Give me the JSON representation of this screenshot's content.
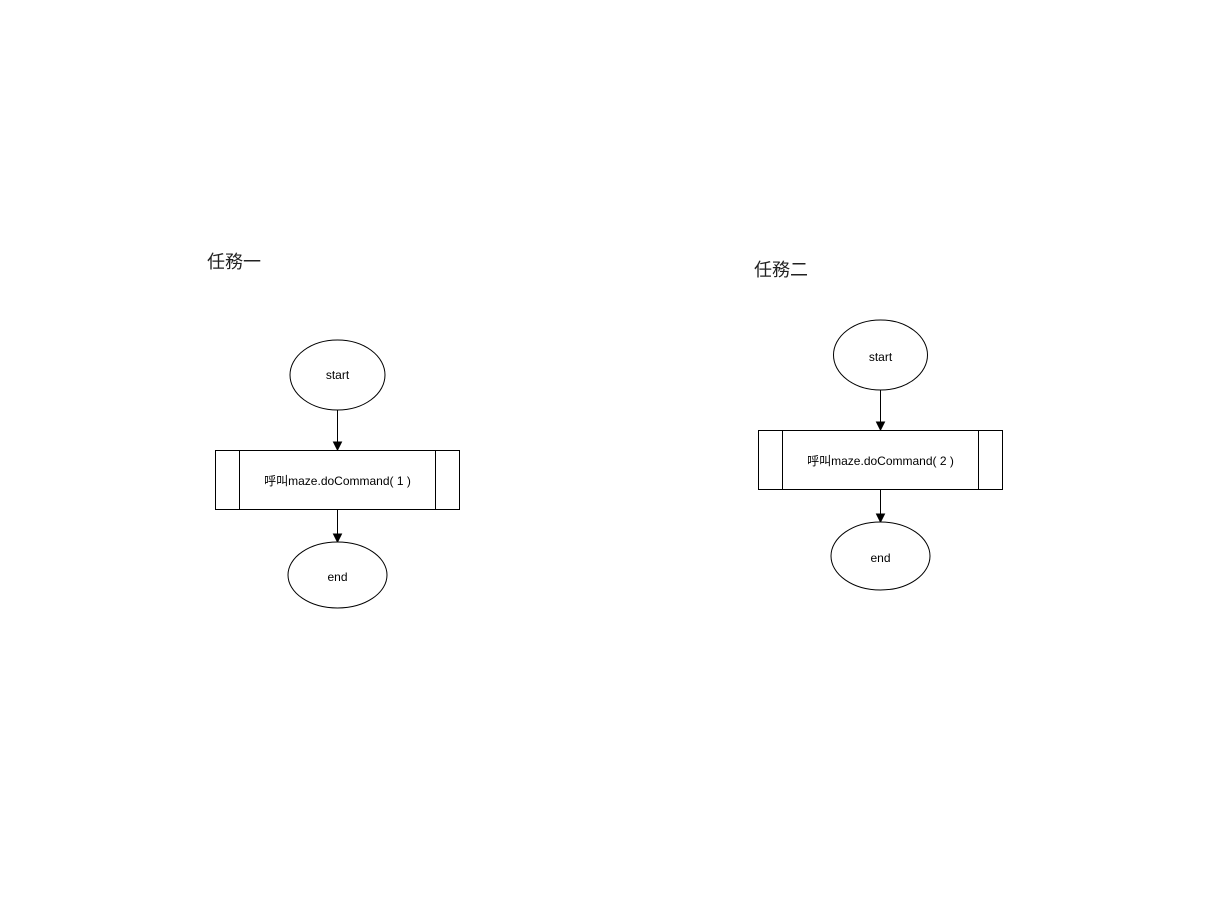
{
  "diagrams": [
    {
      "title": "任務一",
      "start_label": "start",
      "process_label": "呼叫maze.doCommand( 1 )",
      "end_label": "end"
    },
    {
      "title": "任務二",
      "start_label": "start",
      "process_label": "呼叫maze.doCommand( 2 )",
      "end_label": "end"
    }
  ]
}
